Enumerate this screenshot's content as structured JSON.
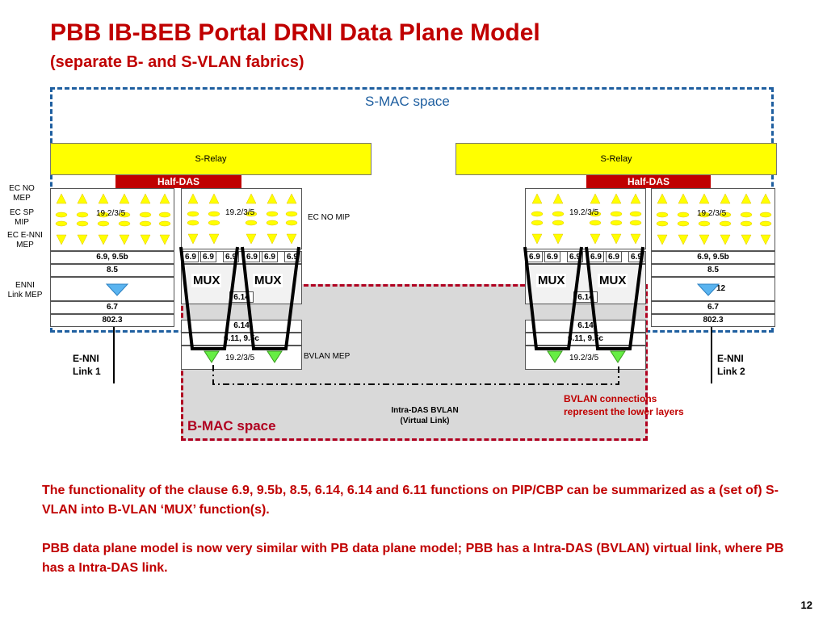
{
  "title": "PBB IB-BEB Portal DRNI Data Plane Model",
  "subtitle": "(separate B- and S-VLAN fabrics)",
  "smac_label": "S-MAC space",
  "bmac_label": "B-MAC space",
  "srelay_label": "S-Relay",
  "halfdas_label": "Half-DAS",
  "port_label": "19.2/3/5",
  "labels": {
    "ec_no_mep": "EC NO\nMEP",
    "ec_sp_mip": "EC SP\nMIP",
    "ec_enni_mep": "EC E-NNI\nMEP",
    "enni_link_mep": "ENNI\nLink MEP",
    "ec_no_mip": "EC NO MIP",
    "bvlan_mep": "BVLAN MEP",
    "enni_link1": "E-NNI\nLink 1",
    "enni_link2": "E-NNI\nLink 2",
    "intra_das": "Intra-DAS BVLAN\n(Virtual Link)",
    "bvlan_note": "BVLAN connections represent the lower layers"
  },
  "stack": {
    "r1": "6.9, 9.5b",
    "r2": "8.5",
    "r3": "6.7",
    "r4": "802.3",
    "c614": "6.14",
    "c611": "6.11, 9.5c",
    "c69": "6.9",
    "r3frag": "12"
  },
  "mux_label": "MUX",
  "paragraph1": "The functionality of the clause 6.9, 9.5b, 8.5, 6.14, 6.14 and 6.11 functions on PIP/CBP can be summarized as a (set of) S-VLAN into B-VLAN ‘MUX’ function(s).",
  "paragraph2": "PBB data plane model is now very similar with PB data plane model; PBB has a Intra-DAS (BVLAN) virtual link, where PB has a Intra-DAS link.",
  "page_number": "12",
  "colors": {
    "title": "#c00000",
    "smac": "#1f5fa0",
    "bmac": "#b00020",
    "relay": "#ffff00",
    "halfdas": "#c00000"
  }
}
